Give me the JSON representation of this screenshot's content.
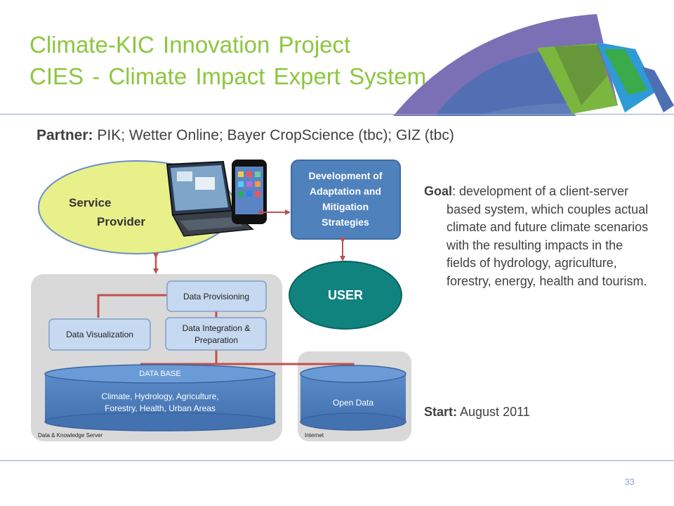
{
  "title": {
    "line1": "Climate-KIC Innovation Project",
    "line2": "CIES - Climate Impact Expert System"
  },
  "partner": {
    "label": "Partner:",
    "text": " PIK; Wetter Online; Bayer CropScience (tbc); GIZ (tbc)"
  },
  "diagram": {
    "service_provider_line1": "Service",
    "service_provider_line2": "Provider",
    "strategies": [
      "Development of",
      "Adaptation and",
      "Mitigation",
      "Strategies"
    ],
    "user": "USER",
    "data_provisioning": "Data Provisioning",
    "data_visualization": "Data Visualization",
    "data_integration": [
      "Data Integration &",
      "Preparation"
    ],
    "database_label": "DATA BASE",
    "database_content": [
      "Climate, Hydrology, Agriculture,",
      "Forestry, Health, Urban Areas"
    ],
    "open_data": "Open Data",
    "server_label": "Data & Knowledge Server",
    "internet_label": "Internet"
  },
  "goal": {
    "label": "Goal",
    "text": ": development of a client-server based system, which couples actual climate and future climate scenarios with the resulting impacts in the fields of hydrology, agriculture, forestry, energy, health and tourism."
  },
  "start": {
    "label": "Start:",
    "text": " August 2011"
  },
  "page_number": "33",
  "colors": {
    "title_green": "#8dc63f",
    "box_blue": "#4f81bd",
    "light_box": "#c6d9f1",
    "user_teal": "#10837f",
    "provider_yellow": "#e8f08a",
    "connector_red": "#c0504d"
  }
}
